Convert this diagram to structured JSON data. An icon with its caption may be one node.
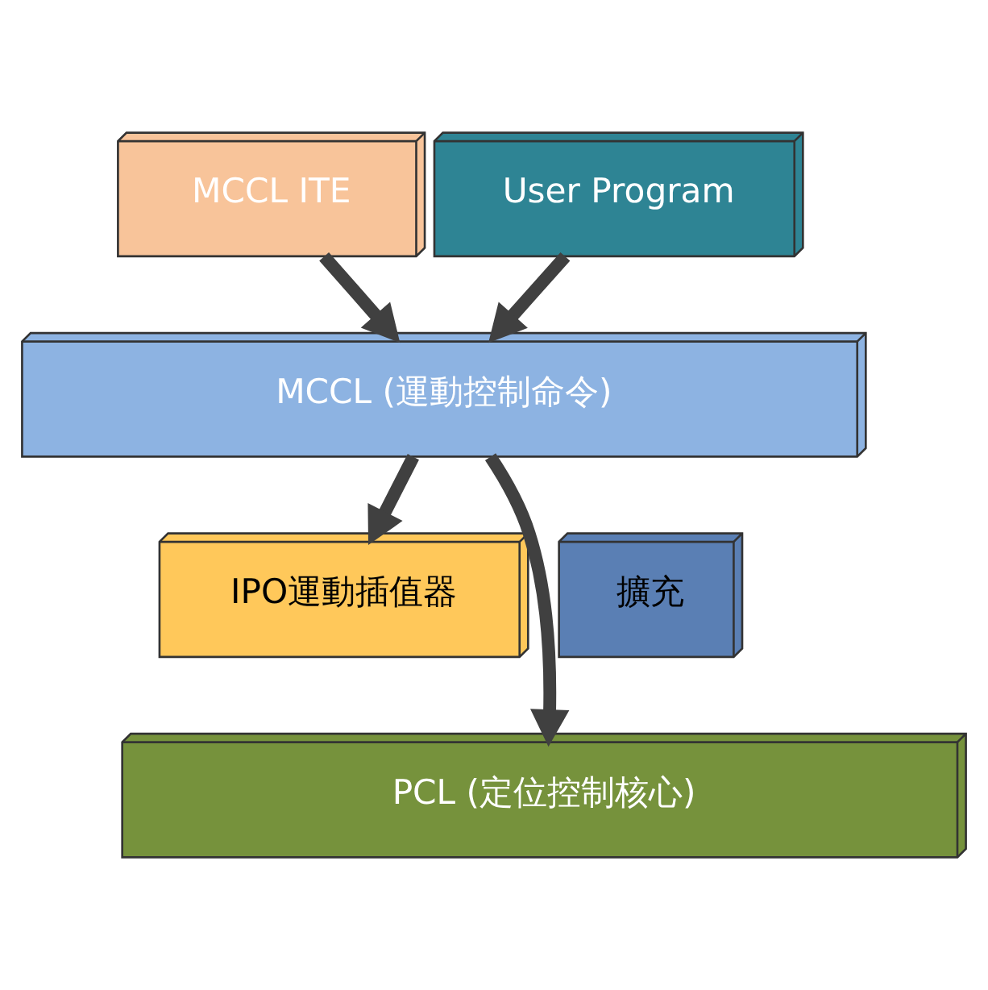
{
  "diagram": {
    "nodes": [
      {
        "text": [
          "MCCL ITE"
        ]
      },
      {
        "text": [
          "User Program"
        ]
      },
      {
        "text": [
          "MCCL (運動控制命令)"
        ]
      },
      {
        "text": [
          "IPO運動插值器"
        ]
      },
      {
        "text": [
          "擴充"
        ]
      },
      {
        "text": [
          "PCL (定位控制核心)"
        ]
      }
    ],
    "edges": [
      {
        "from": 0,
        "to": 2,
        "arrow": "to"
      },
      {
        "from": 1,
        "to": 2,
        "arrow": "to"
      },
      {
        "from": 2,
        "to": 3,
        "arrow": "to"
      },
      {
        "from": 2,
        "to": 5,
        "arrow": "to"
      }
    ]
  }
}
